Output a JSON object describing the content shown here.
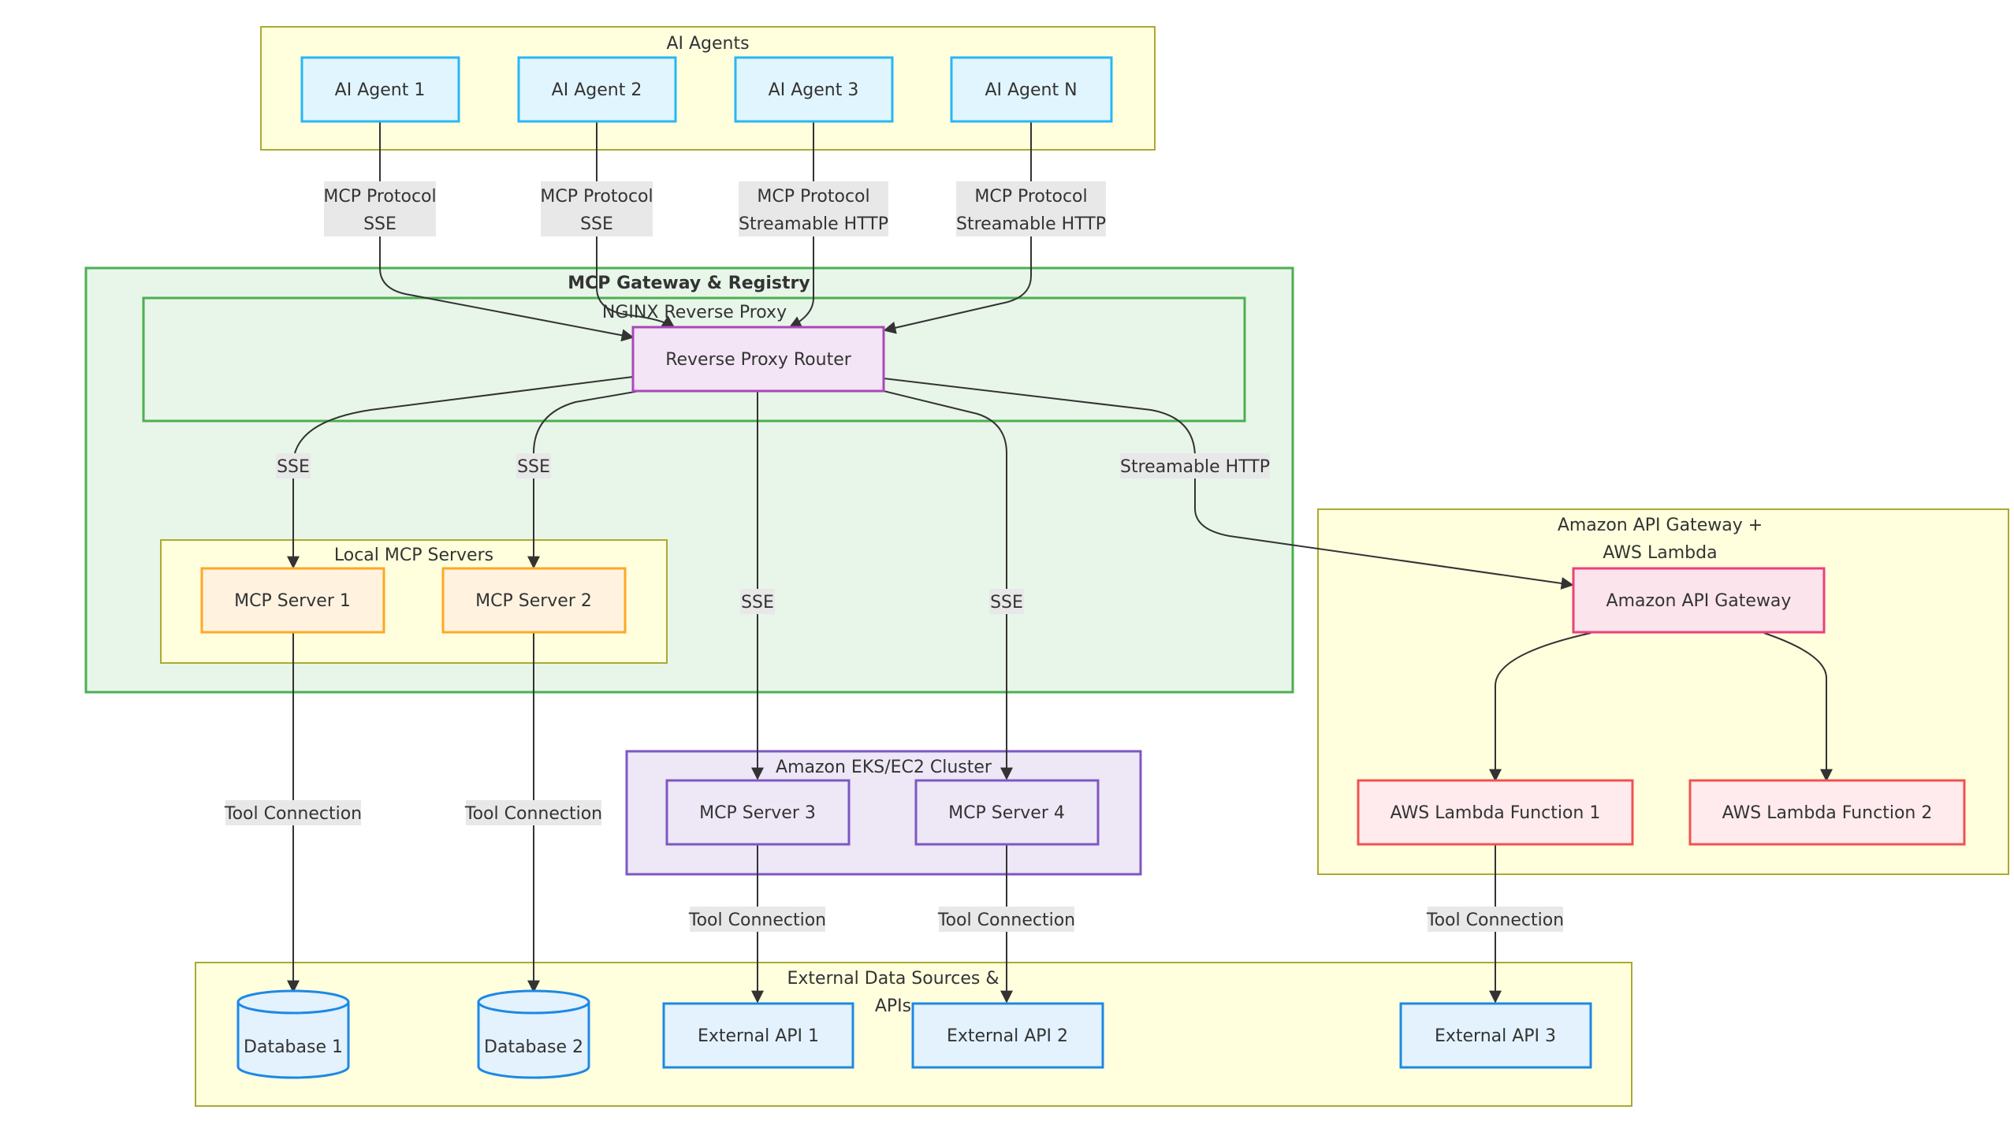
{
  "groups": {
    "ai_agents": "AI Agents",
    "gateway_registry": "MCP Gateway & Registry",
    "nginx": "NGINX Reverse Proxy",
    "local_servers": "Local MCP Servers",
    "eks_cluster": "Amazon EKS/EC2 Cluster",
    "api_gateway_lambda_line1": "Amazon API Gateway +",
    "api_gateway_lambda_line2": "AWS Lambda",
    "external_line1": "External Data Sources &",
    "external_line2": "APIs"
  },
  "nodes": {
    "agent1": "AI Agent 1",
    "agent2": "AI Agent 2",
    "agent3": "AI Agent 3",
    "agentN": "AI Agent N",
    "router": "Reverse Proxy Router",
    "server1": "MCP Server 1",
    "server2": "MCP Server 2",
    "server3": "MCP Server 3",
    "server4": "MCP Server 4",
    "apigw": "Amazon API Gateway",
    "lambda1": "AWS Lambda Function 1",
    "lambda2": "AWS Lambda Function 2",
    "db1": "Database 1",
    "db2": "Database 2",
    "api1": "External API 1",
    "api2": "External API 2",
    "api3": "External API 3"
  },
  "edge_labels": {
    "mcp_protocol": "MCP Protocol",
    "sse": "SSE",
    "streamable_http": "Streamable HTTP",
    "tool_connection": "Tool Connection"
  },
  "colors": {
    "group_yellow_fill": "#ffffde",
    "group_yellow_stroke": "#aaaa33",
    "gateway_fill": "#e8f5e9",
    "gateway_stroke": "#4caf50",
    "agent_fill": "#e1f5fe",
    "agent_stroke": "#29b6f6",
    "router_fill": "#f3e5f5",
    "router_stroke": "#ab47bc",
    "local_server_fill": "#fff3e0",
    "local_server_stroke": "#ffa726",
    "eks_fill": "#ede7f6",
    "eks_stroke": "#7e57c2",
    "apigw_fill": "#fce4ec",
    "apigw_stroke": "#ec407a",
    "lambda_fill": "#ffebee",
    "lambda_stroke": "#ef5350",
    "external_fill": "#e3f2fd",
    "external_stroke": "#1e88e5"
  }
}
